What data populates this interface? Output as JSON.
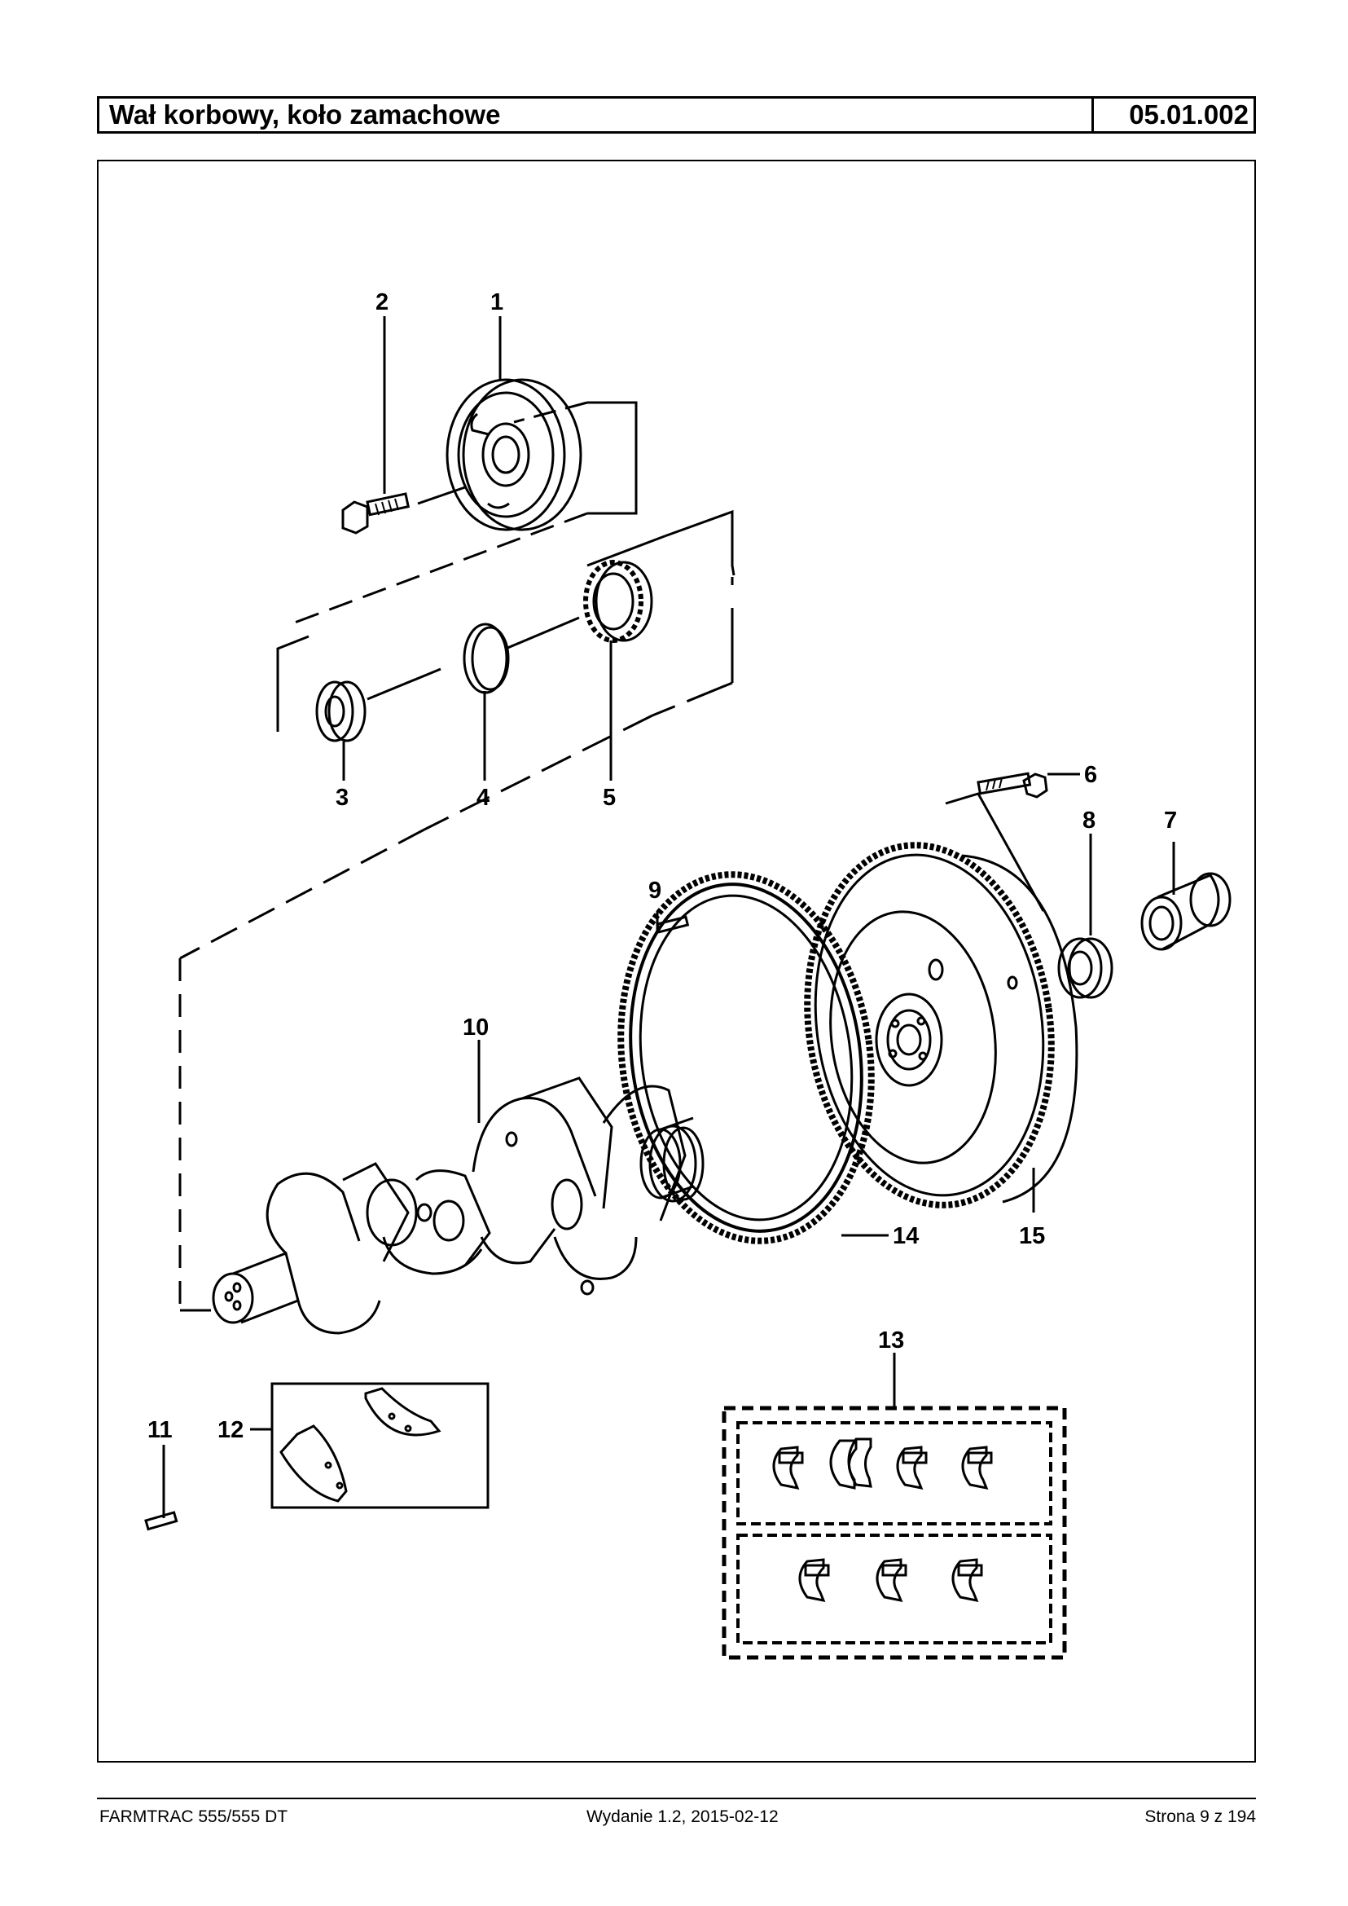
{
  "header": {
    "title": "Wał korbowy, koło zamachowe",
    "code": "05.01.002"
  },
  "diagram": {
    "callouts": [
      "1",
      "2",
      "3",
      "4",
      "5",
      "6",
      "7",
      "8",
      "9",
      "10",
      "11",
      "12",
      "13",
      "14",
      "15"
    ]
  },
  "footer": {
    "model": "FARMTRAC 555/555 DT",
    "edition": "Wydanie 1.2,  2015-02-12",
    "page": "Strona 9 z 194"
  }
}
